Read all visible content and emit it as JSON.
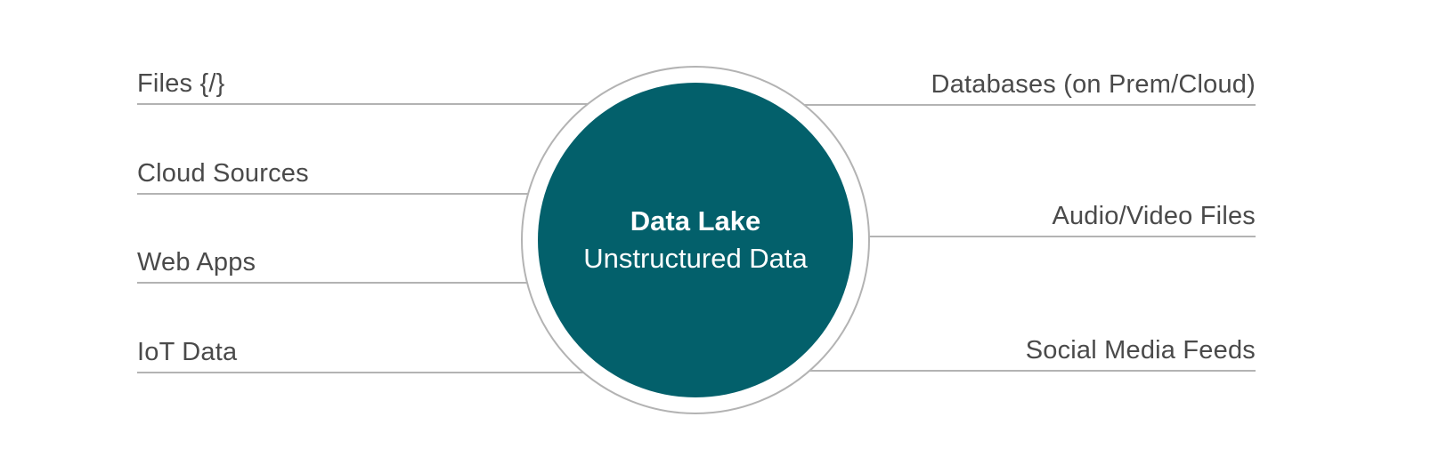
{
  "diagram": {
    "center": {
      "title": "Data Lake",
      "subtitle": "Unstructured Data"
    },
    "left_sources": [
      {
        "label": "Files {/}"
      },
      {
        "label": "Cloud Sources"
      },
      {
        "label": "Web Apps"
      },
      {
        "label": "IoT Data"
      }
    ],
    "right_sources": [
      {
        "label": "Databases (on Prem/Cloud)"
      },
      {
        "label": "Audio/Video Files"
      },
      {
        "label": "Social Media Feeds"
      }
    ],
    "colors": {
      "circle_fill": "#03606b",
      "ring_stroke": "#b3b3b3",
      "connector_line": "#b3b3b3",
      "label_text": "#4a4a4a",
      "center_text": "#ffffff",
      "background": "#ffffff"
    }
  }
}
